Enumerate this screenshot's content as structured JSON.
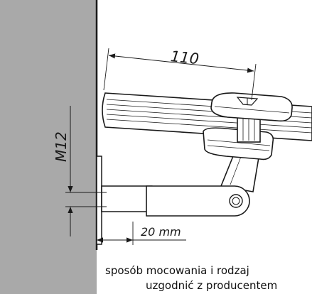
{
  "dimensions": {
    "length_label": "110",
    "thread_label": "M12",
    "wall_offset_label": "20 mm"
  },
  "caption": {
    "line1": "sposób mocowania i rodzaj",
    "line2": "uzgodnić z producentem"
  },
  "colors": {
    "wall": "#a9a9a9",
    "line": "#1a1a1a",
    "part_fill": "#ffffff"
  }
}
